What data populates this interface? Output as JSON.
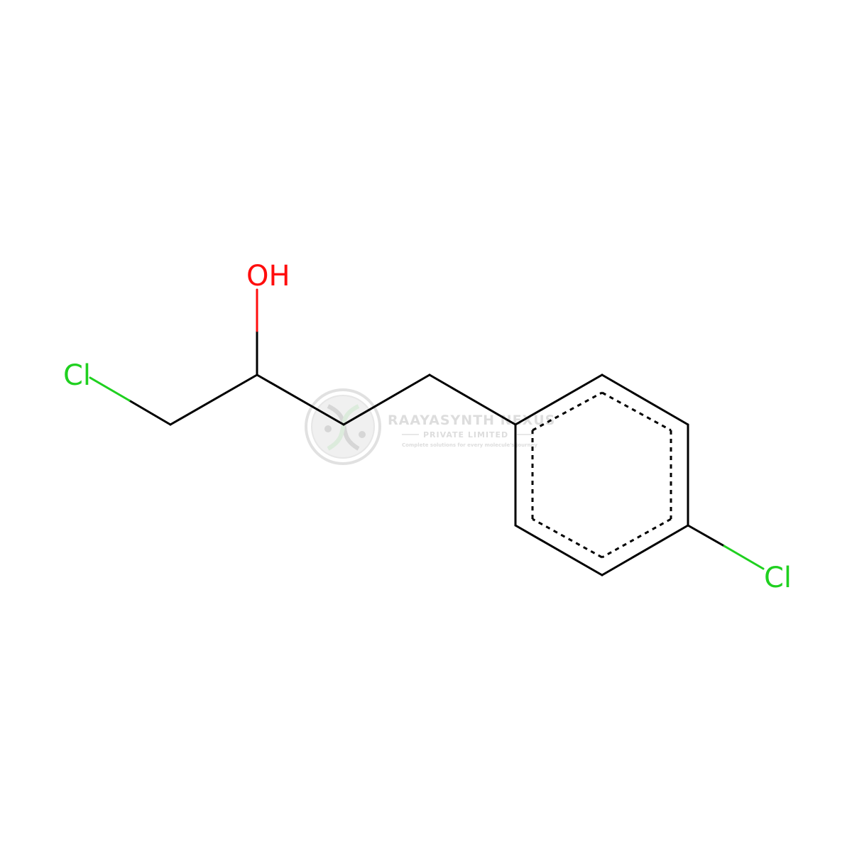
{
  "molecule": {
    "atoms": {
      "oh": {
        "text": "OH",
        "color": "#ff0d0d"
      },
      "cl_left": {
        "text": "Cl",
        "color": "#1fd01f"
      },
      "cl_right": {
        "text": "Cl",
        "color": "#1fd01f"
      }
    },
    "bond_color": "#000000"
  },
  "watermark": {
    "title": "RAAYASYNTH NEXUS",
    "subtitle": "PRIVATE LIMITED",
    "tagline": "Complete solutions for every molecule's journey",
    "color": "#d8d8d8"
  }
}
